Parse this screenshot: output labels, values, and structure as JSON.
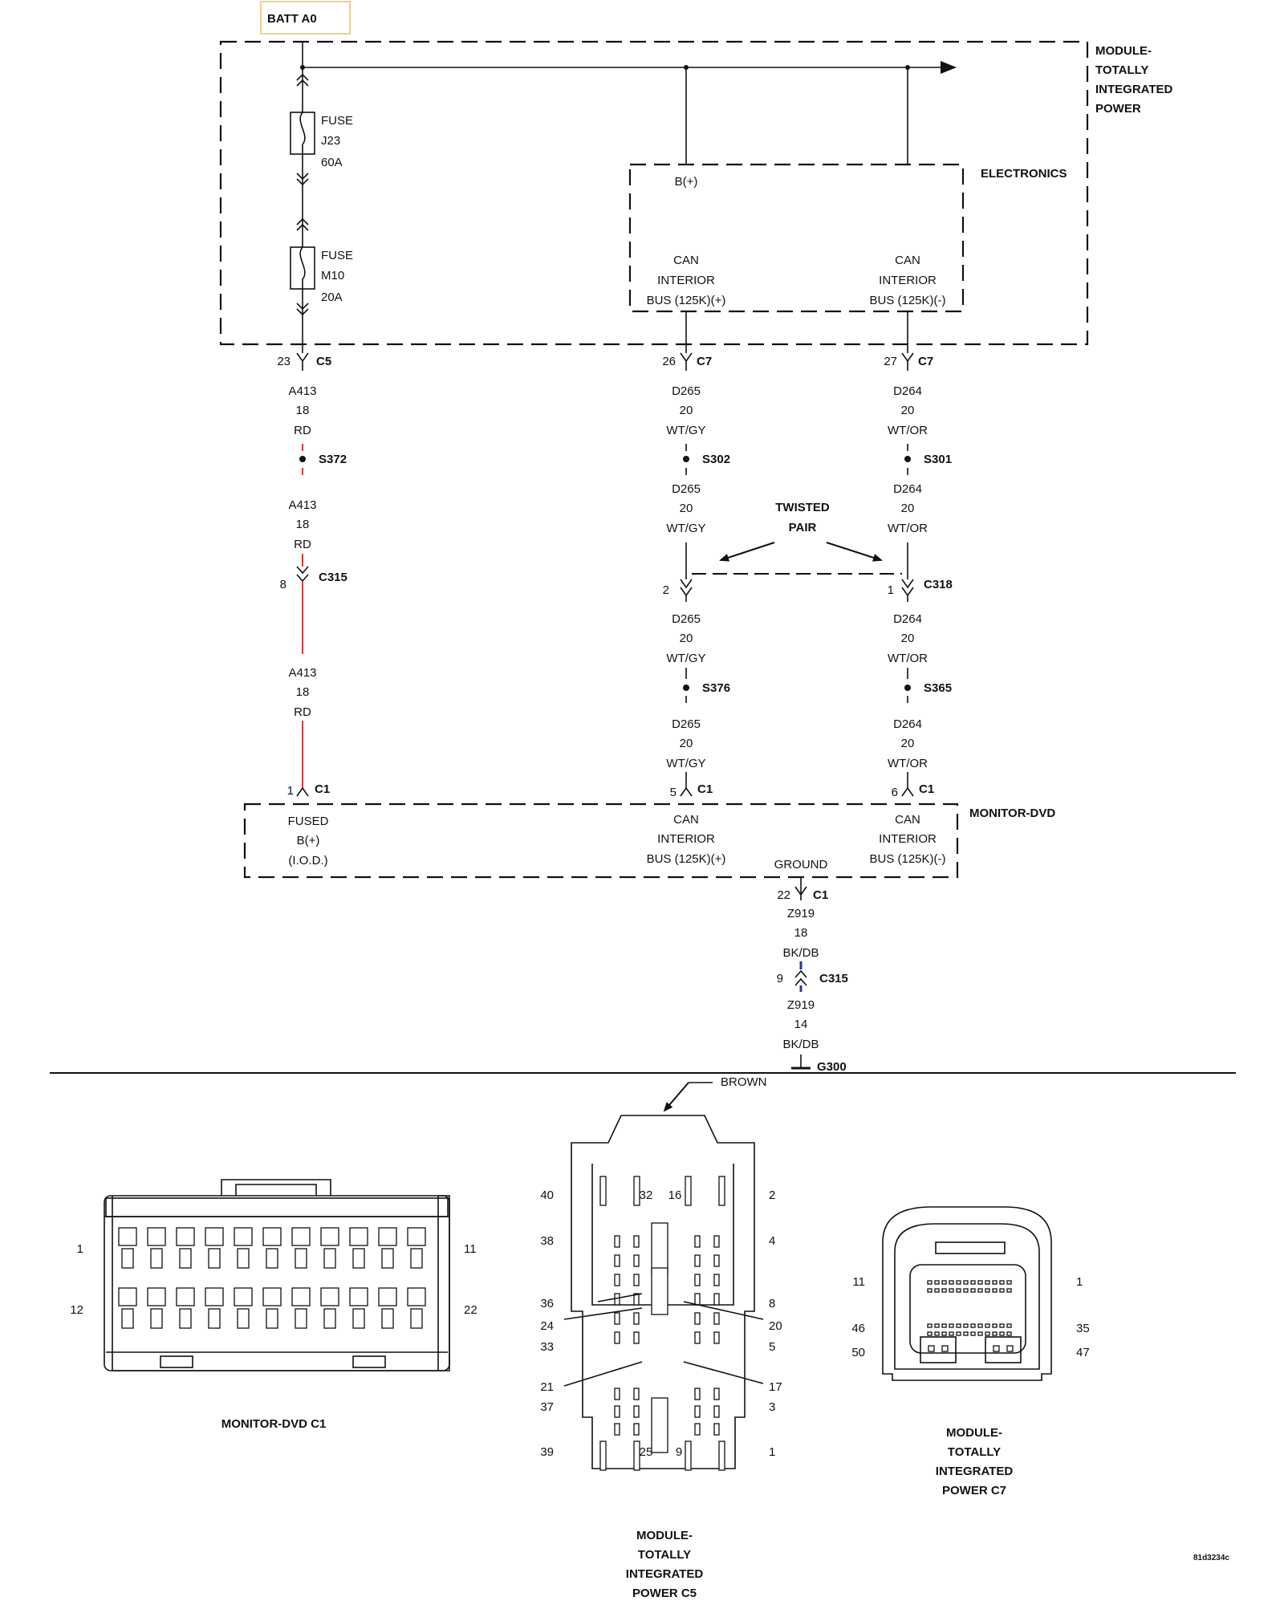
{
  "battery_label": "BATT A0",
  "module_tipm": [
    "MODULE-",
    "TOTALLY",
    "INTEGRATED",
    "POWER"
  ],
  "electronics_label": "ELECTRONICS",
  "fuse1": [
    "FUSE",
    "J23",
    "60A"
  ],
  "fuse2": [
    "FUSE",
    "M10",
    "20A"
  ],
  "b_plus": "B(+)",
  "can_plus": [
    "CAN",
    "INTERIOR",
    "BUS (125K)(+)"
  ],
  "can_minus": [
    "CAN",
    "INTERIOR",
    "BUS (125K)(-)"
  ],
  "conn": {
    "c5_pin": "23",
    "c5": "C5",
    "c7a_pin": "26",
    "c7": "C7",
    "c7b_pin": "27",
    "c315_pin": "8",
    "c315": "C315",
    "c318_left_pin": "2",
    "c318_right_pin": "1",
    "c318": "C318",
    "c1_a_pin": "1",
    "c1_b_pin": "5",
    "c1_c_pin": "6",
    "c1": "C1",
    "c1_gnd_pin": "22",
    "c315_gnd_pin": "9"
  },
  "wire_a413": [
    "A413",
    "18",
    "RD"
  ],
  "wire_d265": [
    "D265",
    "20",
    "WT/GY"
  ],
  "wire_d264": [
    "D264",
    "20",
    "WT/OR"
  ],
  "wire_z919_18": [
    "Z919",
    "18",
    "BK/DB"
  ],
  "wire_z919_14": [
    "Z919",
    "14",
    "BK/DB"
  ],
  "splices": {
    "s372": "S372",
    "s302": "S302",
    "s301": "S301",
    "s376": "S376",
    "s365": "S365"
  },
  "twisted_pair": [
    "TWISTED",
    "PAIR"
  ],
  "monitor_dvd": "MONITOR-DVD",
  "fused_b": [
    "FUSED",
    "B(+)",
    "(I.O.D.)"
  ],
  "ground_label": "GROUND",
  "ground_ref": "G300",
  "brown_label": "BROWN",
  "monitor_c1_caption": "MONITOR-DVD C1",
  "monitor_c1_pins": {
    "tl": "1",
    "tr": "11",
    "bl": "12",
    "br": "22"
  },
  "c5_caption": [
    "MODULE-",
    "TOTALLY",
    "INTEGRATED",
    "POWER C5"
  ],
  "c5_pins": {
    "left": [
      "40",
      "38",
      "36",
      "24",
      "33",
      "21",
      "37",
      "39"
    ],
    "right": [
      "2",
      "4",
      "8",
      "20",
      "5",
      "17",
      "3",
      "1"
    ],
    "inner": [
      "32",
      "16",
      "25",
      "9"
    ]
  },
  "c7_caption": [
    "MODULE-",
    "TOTALLY",
    "INTEGRATED",
    "POWER C7"
  ],
  "c7_pins": {
    "l1": "11",
    "r1": "1",
    "l2": "46",
    "r2": "35",
    "l3": "50",
    "r3": "47"
  },
  "figure_code": "81d3234c"
}
